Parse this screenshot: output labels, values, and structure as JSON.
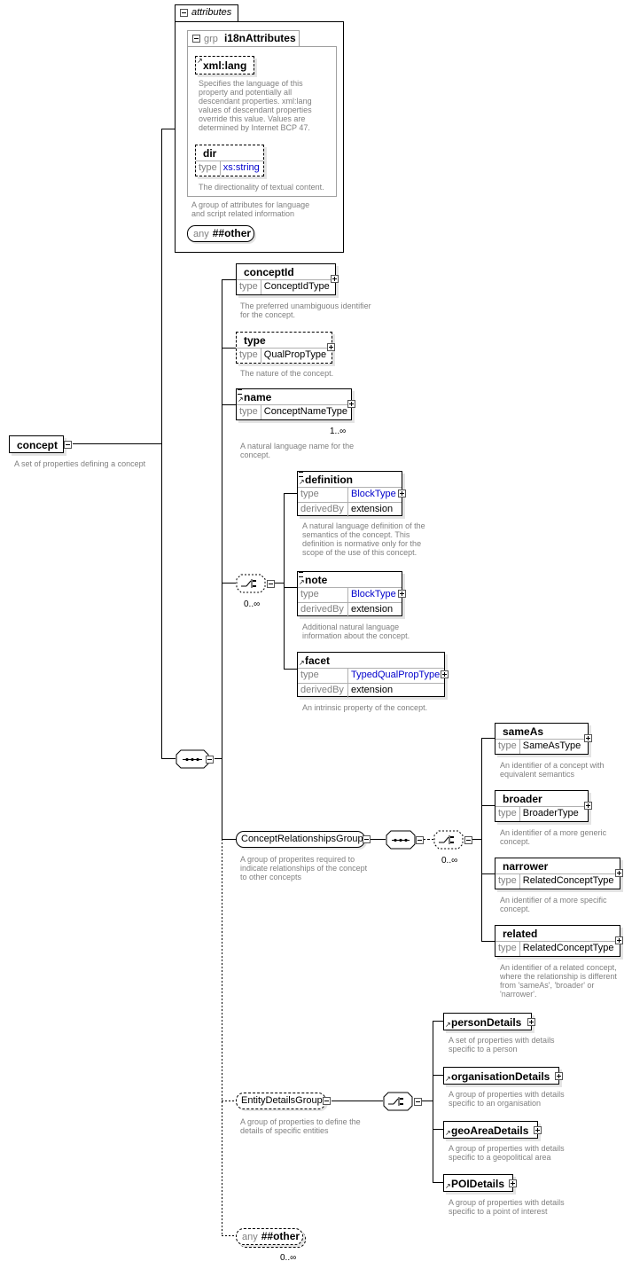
{
  "attributes": {
    "label": "attributes",
    "group": {
      "prefix": "grp",
      "name": "i18nAttributes",
      "desc": "A group of attributes for language and script related information",
      "xml_lang": {
        "name": "xml:lang",
        "desc": "Specifies the language of this property and potentially all descendant properties. xml:lang values of descendant properties override this value. Values are determined by Internet BCP 47."
      },
      "dir": {
        "name": "dir",
        "type_key": "type",
        "type_value": "xs:string",
        "desc": "The directionality of textual content."
      }
    },
    "any": {
      "prefix": "any",
      "name": "##other"
    }
  },
  "concept": {
    "name": "concept",
    "desc": "A set of properties defining a concept"
  },
  "conceptId": {
    "name": "conceptId",
    "type_key": "type",
    "type_value": "ConceptIdType",
    "desc": "The preferred unambiguous identifier for the concept."
  },
  "type_el": {
    "name": "type",
    "type_key": "type",
    "type_value": "QualPropType",
    "desc": "The nature of the concept."
  },
  "name_el": {
    "name": "name",
    "type_key": "type",
    "type_value": "ConceptNameType",
    "card": "1..∞",
    "desc": "A natural language name for the concept."
  },
  "choice1": {
    "card": "0..∞"
  },
  "definition": {
    "name": "definition",
    "type_key": "type",
    "type_value": "BlockType",
    "derived_key": "derivedBy",
    "derived_value": "extension",
    "desc": "A natural language definition of the semantics of the concept. This definition is normative only for the scope of the use of this concept."
  },
  "note": {
    "name": "note",
    "type_key": "type",
    "type_value": "BlockType",
    "derived_key": "derivedBy",
    "derived_value": "extension",
    "desc": "Additional natural language information about the concept."
  },
  "facet": {
    "name": "facet",
    "type_key": "type",
    "type_value": "TypedQualPropType",
    "derived_key": "derivedBy",
    "derived_value": "extension",
    "desc": "An intrinsic property of the concept."
  },
  "crg": {
    "name": "ConceptRelationshipsGroup",
    "desc": "A group of properites required to indicate relationships of the concept to other concepts",
    "choice_card": "0..∞"
  },
  "sameAs": {
    "name": "sameAs",
    "type_key": "type",
    "type_value": "SameAsType",
    "desc": "An identifier of a concept with equivalent semantics"
  },
  "broader": {
    "name": "broader",
    "type_key": "type",
    "type_value": "BroaderType",
    "desc": "An identifier of a more generic concept."
  },
  "narrower": {
    "name": "narrower",
    "type_key": "type",
    "type_value": "RelatedConceptType",
    "desc": "An identifier of a more specific concept."
  },
  "related": {
    "name": "related",
    "type_key": "type",
    "type_value": "RelatedConceptType",
    "desc": "An identifier of a related concept, where the relationship is different from 'sameAs', 'broader' or 'narrower'."
  },
  "edg": {
    "name": "EntityDetailsGroup",
    "desc": "A group of properties to define the details of specific entities"
  },
  "personDetails": {
    "name": "personDetails",
    "desc": "A set of properties with details specific to a person"
  },
  "organisationDetails": {
    "name": "organisationDetails",
    "desc": "A group of properties with details specific to an organisation"
  },
  "geoAreaDetails": {
    "name": "geoAreaDetails",
    "desc": "A group of properties with details specific to a geopolitical area"
  },
  "POIDetails": {
    "name": "POIDetails",
    "desc": "A group of properties with details specific to a point of interest"
  },
  "anyOther": {
    "prefix": "any",
    "name": "##other",
    "card": "0..∞"
  },
  "colors": {
    "line": "#000000",
    "desc": "#808080",
    "link": "#0000cc",
    "shadow": "#e4e4e4"
  }
}
